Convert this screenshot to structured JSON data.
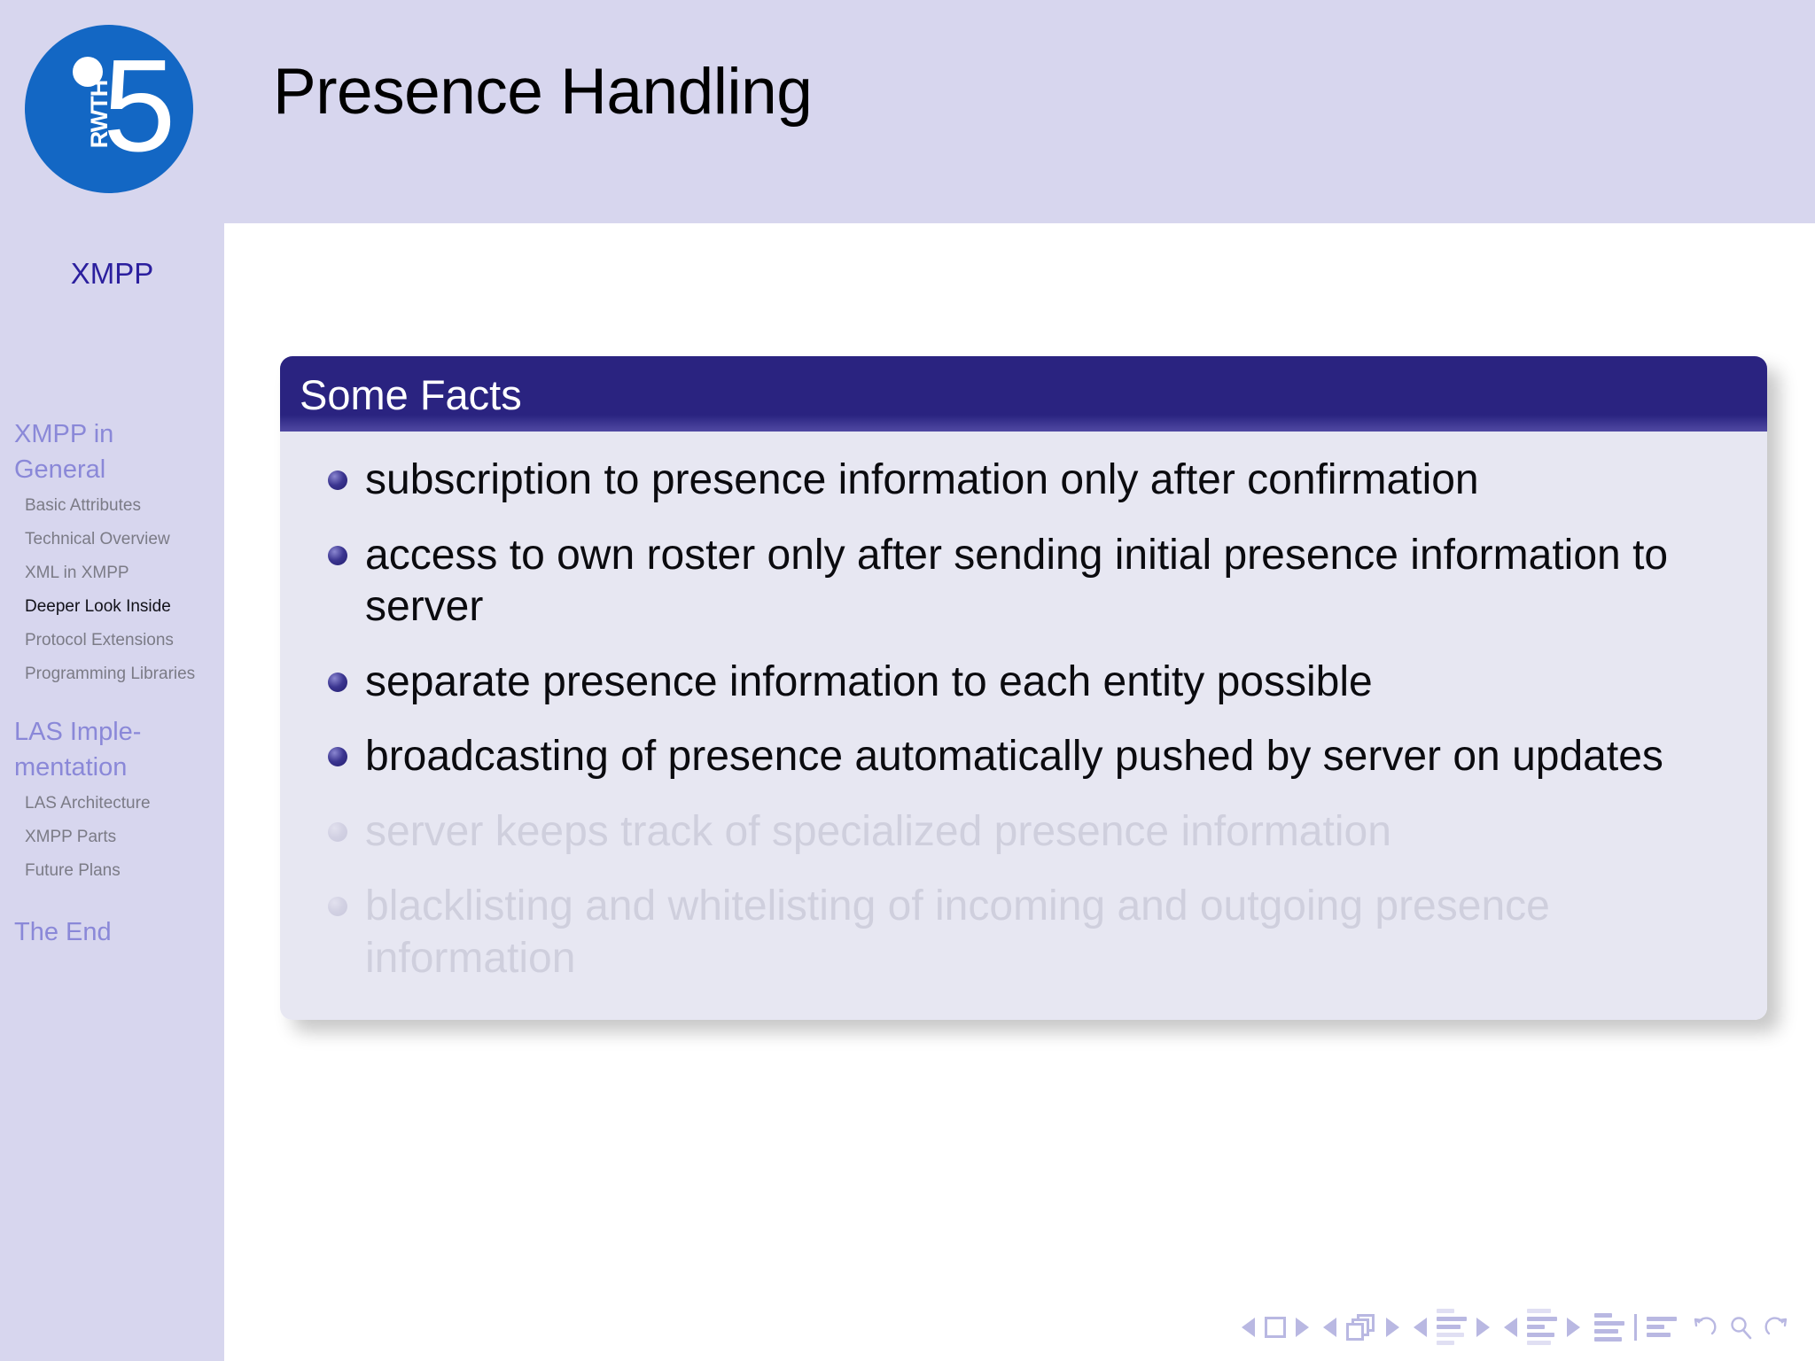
{
  "slide": {
    "title": "Presence Handling"
  },
  "sidebar": {
    "logo": {
      "brand": "RWTH",
      "mark": "5",
      "alt_name": "rwth-i5-logo"
    },
    "nav_title": "XMPP",
    "sections": [
      {
        "label": "XMPP in General",
        "items": [
          {
            "label": "Basic Attributes",
            "current": false
          },
          {
            "label": "Technical Overview",
            "current": false
          },
          {
            "label": "XML in XMPP",
            "current": false
          },
          {
            "label": "Deeper Look Inside",
            "current": true
          },
          {
            "label": "Protocol Extensions",
            "current": false
          },
          {
            "label": "Programming Libraries",
            "current": false
          }
        ]
      },
      {
        "label": "LAS Imple-mentation",
        "items": [
          {
            "label": "LAS Architecture",
            "current": false
          },
          {
            "label": "XMPP Parts",
            "current": false
          },
          {
            "label": "Future Plans",
            "current": false
          }
        ]
      },
      {
        "label": "The End",
        "items": []
      }
    ]
  },
  "block": {
    "title": "Some Facts",
    "items": [
      {
        "text": "subscription to presence information only after confirmation",
        "dim": false
      },
      {
        "text": "access to own roster only after sending initial presence information to server",
        "dim": false
      },
      {
        "text": "separate presence information to each entity possible",
        "dim": false
      },
      {
        "text": "broadcasting of presence automatically pushed by server on updates",
        "dim": false
      },
      {
        "text": "server keeps track of specialized presence information",
        "dim": true
      },
      {
        "text": "blacklisting and whitelisting of incoming and outgoing presence information",
        "dim": true
      }
    ]
  },
  "navigation_symbols": {
    "icons": [
      "prev-frame-arrow-icon",
      "frame-icon",
      "next-frame-arrow-icon",
      "prev-subsection-arrow-icon",
      "frames-stack-icon",
      "next-subsection-arrow-icon",
      "prev-section-arrow-icon",
      "subsection-lines-icon",
      "next-section-arrow-icon",
      "prev-doc-arrow-icon",
      "section-lines-icon",
      "next-doc-arrow-icon",
      "beginning-lines-icon",
      "end-lines-icon",
      "back-icon",
      "search-icon",
      "forward-icon"
    ]
  },
  "colors": {
    "sidebar_bg": "#d7d6ee",
    "titlebar_bg": "#d7d6ee",
    "block_title_bg": "#2a2380",
    "block_body_bg": "#e7e7f2",
    "logo_blue": "#1367c4",
    "nav_title": "#2b1f9e",
    "nav_section": "#8a88d8",
    "nav_item": "#7b7b86",
    "nav_current": "#111118",
    "navsym": "#b9b8e2"
  }
}
